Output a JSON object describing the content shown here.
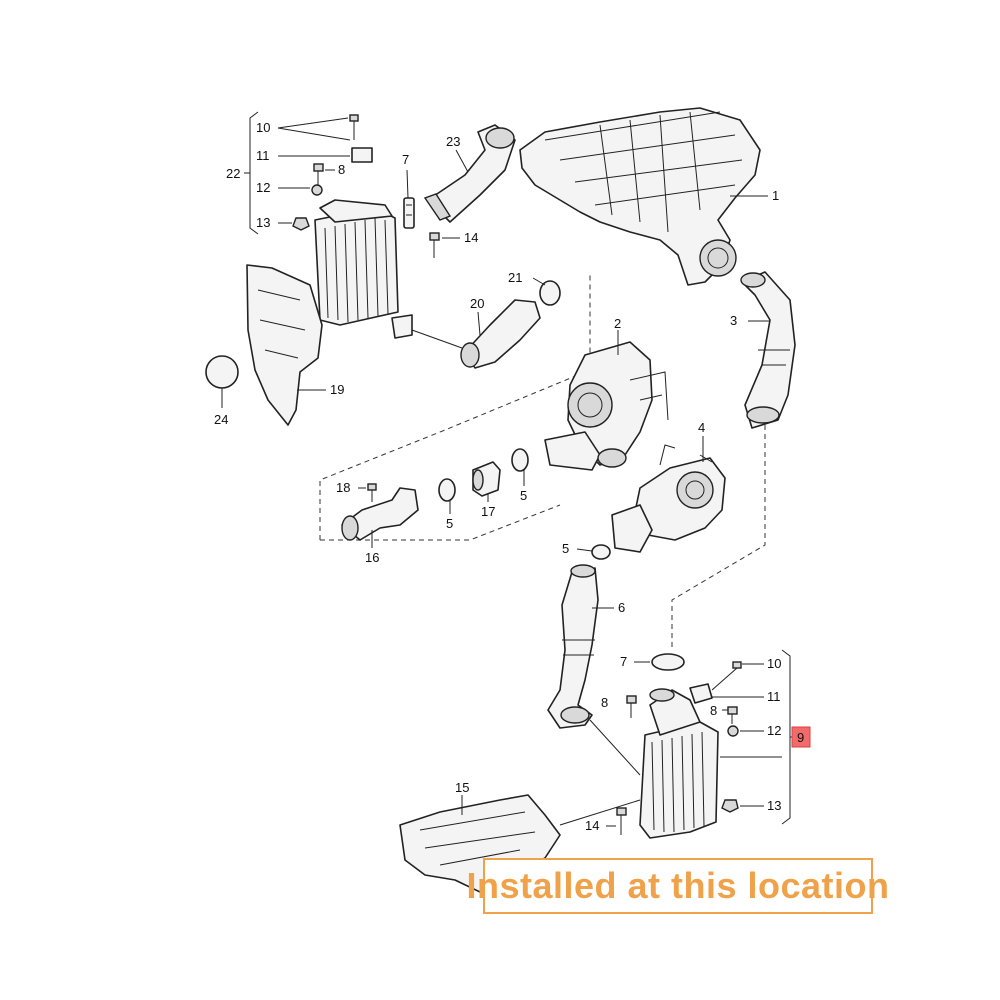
{
  "callouts": {
    "c1": "1",
    "c2": "2",
    "c3": "3",
    "c4": "4",
    "c5a": "5",
    "c5b": "5",
    "c5c": "5",
    "c6": "6",
    "c7a": "7",
    "c7b": "7",
    "c8a": "8",
    "c8b": "8",
    "c8c": "8",
    "c9": "9",
    "c10a": "10",
    "c10b": "10",
    "c11a": "11",
    "c11b": "11",
    "c12a": "12",
    "c12b": "12",
    "c13a": "13",
    "c13b": "13",
    "c14a": "14",
    "c14b": "14",
    "c15": "15",
    "c16": "16",
    "c17": "17",
    "c18": "18",
    "c19": "19",
    "c20": "20",
    "c21": "21",
    "c22": "22",
    "c23": "23",
    "c24": "24"
  },
  "banner": {
    "text": "Installed at this location"
  },
  "colors": {
    "highlight": "#f26b6b",
    "banner_accent": "#f0a24a"
  }
}
